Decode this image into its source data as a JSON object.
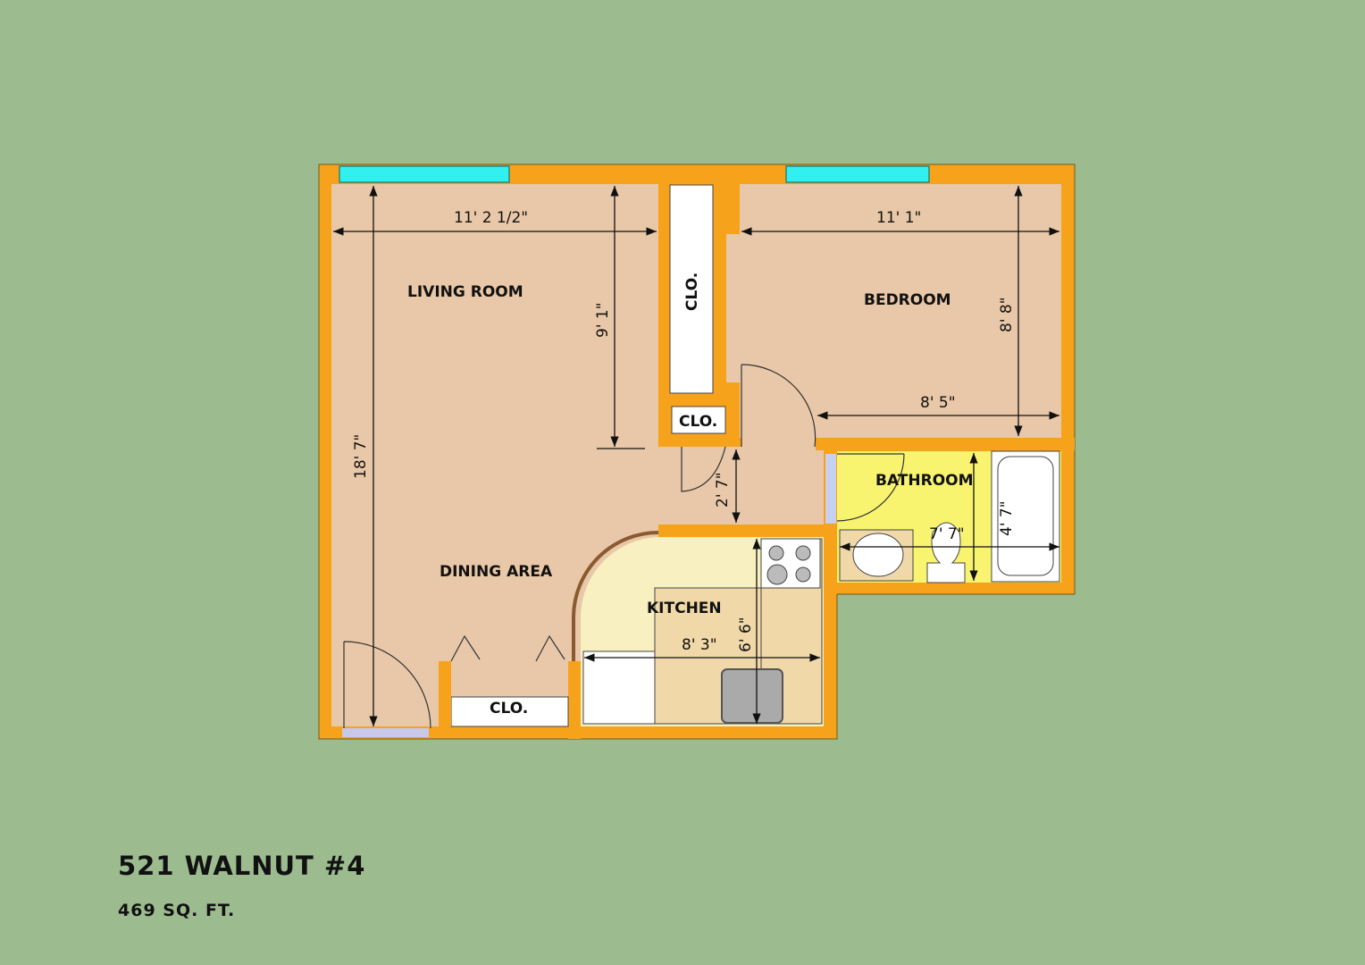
{
  "title": "521 WALNUT #4",
  "area": "469 SQ. FT.",
  "colors": {
    "background": "#9cbc90",
    "wall": "#f7a21b",
    "floor": "#e8c8a8",
    "kitchen": "#f8f0c0",
    "bathroom": "#f8f470",
    "window": "#30f0f0",
    "closet": "#ffffff"
  },
  "rooms": {
    "living_room": "LIVING ROOM",
    "bedroom": "BEDROOM",
    "dining_area": "DINING AREA",
    "kitchen": "KITCHEN",
    "bathroom": "BATHROOM",
    "closet_tall": "CLO.",
    "closet_small": "CLO.",
    "closet_bottom": "CLO."
  },
  "dimensions": {
    "living_width": "11' 2 1/2\"",
    "living_depth": "9' 1\"",
    "total_depth": "18' 7\"",
    "bedroom_width": "11' 1\"",
    "bedroom_depth": "8' 8\"",
    "bedroom_inner": "8' 5\"",
    "hall": "2' 7\"",
    "kitchen_width": "8' 3\"",
    "kitchen_depth": "6' 6\"",
    "bath_width": "7' 7\"",
    "bath_depth": "4' 7\""
  }
}
